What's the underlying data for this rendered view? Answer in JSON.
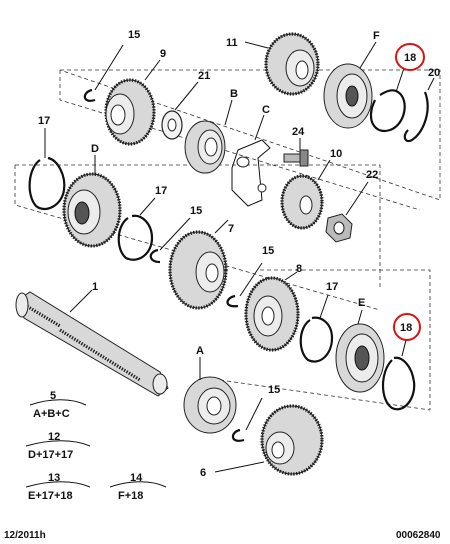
{
  "labels": {
    "l1": "1",
    "l5": "5",
    "l6": "6",
    "l7": "7",
    "l8": "8",
    "l9": "9",
    "l10": "10",
    "l11": "11",
    "l12": "12",
    "l13": "13",
    "l14": "14",
    "l15a": "15",
    "l15b": "15",
    "l15c": "15",
    "l15d": "15",
    "l17a": "17",
    "l17b": "17",
    "l17c": "17",
    "l18a": "18",
    "l18b": "18",
    "l20": "20",
    "l21": "21",
    "l22": "22",
    "l24": "24",
    "lA": "A",
    "lB": "B",
    "lC": "C",
    "lD": "D",
    "lE": "E",
    "lF": "F"
  },
  "legend": {
    "k5": "5",
    "v5": "A+B+C",
    "k12": "12",
    "v12": "D+17+17",
    "k13": "13",
    "v13": "E+17+18",
    "k14": "14",
    "v14": "F+18"
  },
  "footer": {
    "date": "12/2011h",
    "ref": "00062840"
  },
  "colors": {
    "highlight": "#d11111"
  }
}
